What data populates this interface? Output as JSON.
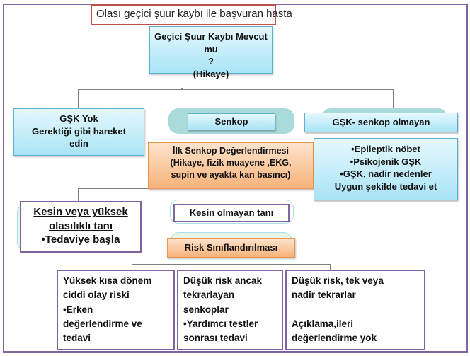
{
  "top": {
    "label": "Olası geçici şuur kaybı ile başvuran hasta"
  },
  "root": {
    "line1": "Geçici Şuur Kaybı Mevcut mu",
    "line2": "?",
    "line3": "(Hikaye)"
  },
  "branches": {
    "no_tloc": {
      "line1": "GŞK Yok",
      "line2": "Gerektiği gibi hareket",
      "line3": "edin"
    },
    "syncope": {
      "label": "Senkop"
    },
    "non_syncope": {
      "label": "GŞK- senkop olmayan"
    }
  },
  "initial_eval": {
    "line1": "İlk Senkop Değerlendirmesi",
    "line2": "(Hikaye, fizik muayene ,EKG,",
    "line3": "supin ve ayakta kan basıncı)"
  },
  "non_syncope_list": {
    "items": [
      "•Epileptik nöbet",
      "•Psikojenik GŞK",
      "•GŞK, nadir nedenler"
    ],
    "action": "Uygun şekilde tedavi et"
  },
  "certain_dx": {
    "line1": "Kesin veya yüksek",
    "line2": "olasılıklı tanı",
    "line3": "•Tedaviye başla"
  },
  "uncertain_dx": {
    "label": "Kesin olmayan tanı"
  },
  "risk": {
    "label": "Risk Sınıflandırılması"
  },
  "risk_boxes": [
    {
      "title1": "Yüksek kısa dönem",
      "title2": "ciddi olay riski",
      "body1": "•Erken",
      "body2": "değerlendirme ve",
      "body3": "tedavi"
    },
    {
      "title1": "Düşük risk ancak",
      "title2": "tekrarlayan",
      "title3": "senkoplar",
      "body1": "•Yardımcı testler",
      "body2": "sonrası tedavi"
    },
    {
      "title1": "Düşük risk, tek veya",
      "title2": "nadir tekrarlar",
      "body1": "Açıklama,ileri",
      "body2": "değerlendirme yok"
    }
  ],
  "colors": {
    "frame": "#8064a2",
    "title_border": "#c0504d",
    "blue_fill": "#a9e4f6",
    "orange_fill": "#f8b37a",
    "connector": "#7f7f7f"
  }
}
